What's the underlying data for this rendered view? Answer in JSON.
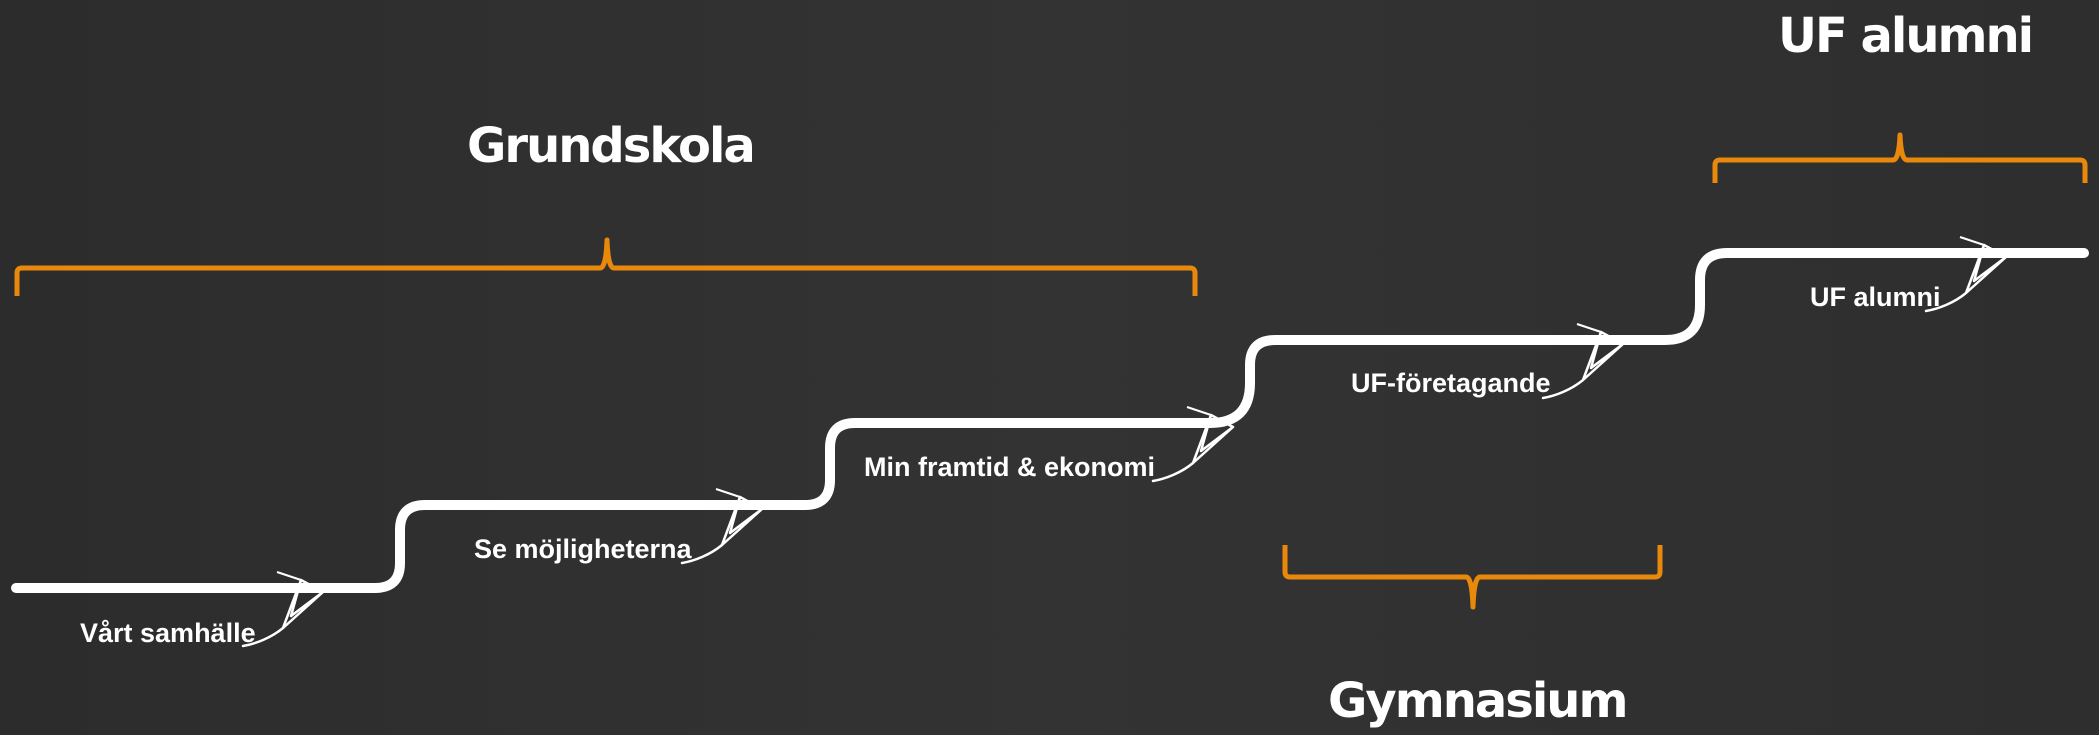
{
  "colors": {
    "background": "#2f2f2f",
    "line": "#ffffff",
    "bracket": "#e8890c",
    "text": "#ffffff"
  },
  "groups": {
    "grundskola": "Grundskola",
    "gymnasium": "Gymnasium",
    "uf_alumni": "UF alumni"
  },
  "steps": [
    {
      "label": "Vårt samhälle",
      "icon": "paper-plane-icon"
    },
    {
      "label": "Se möjligheterna",
      "icon": "paper-plane-icon"
    },
    {
      "label": "Min framtid & ekonomi",
      "icon": "paper-plane-icon"
    },
    {
      "label": "UF-företagande",
      "icon": "paper-plane-icon"
    },
    {
      "label": "UF alumni",
      "icon": "paper-plane-icon"
    }
  ]
}
